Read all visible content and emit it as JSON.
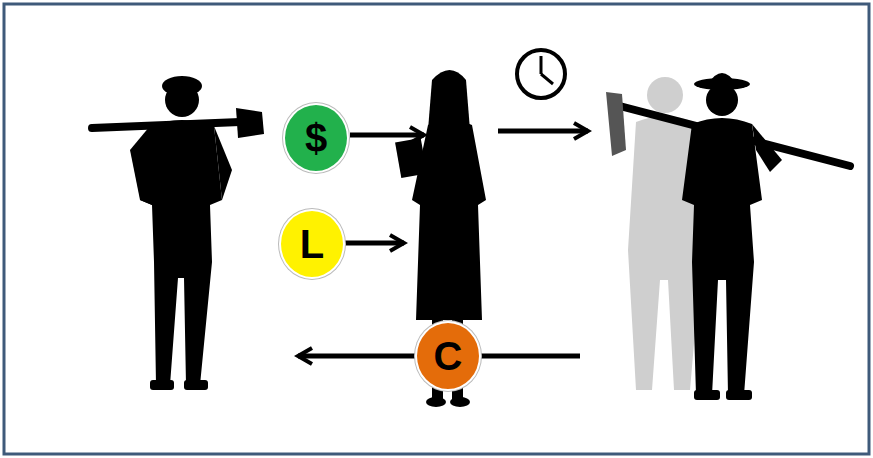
{
  "diagram": {
    "nodes": [
      {
        "text": [
          "$"
        ]
      },
      {
        "text": [
          "L"
        ]
      },
      {
        "text": [
          "C"
        ]
      }
    ]
  }
}
